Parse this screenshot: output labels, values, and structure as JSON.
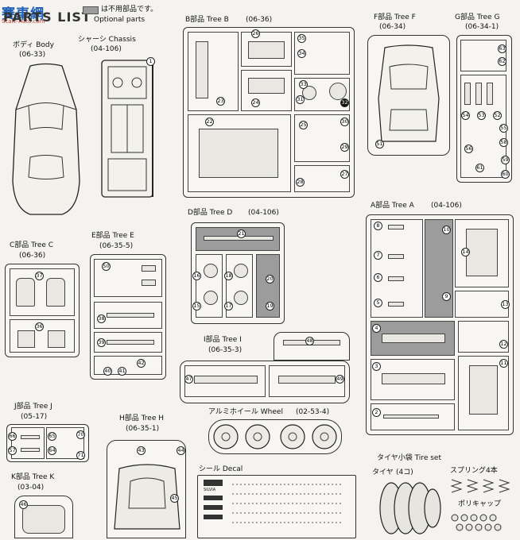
{
  "header": {
    "logo_main": "賽車網",
    "logo_sub": "Scale-Auto.com",
    "title": "PARTS LIST",
    "legend_jp": "は不用部品です。",
    "legend_en": "Optional parts"
  },
  "body": {
    "name": "ボディ Body",
    "code": "(06-33)"
  },
  "chassis": {
    "name": "シャーシ Chassis",
    "code": "(04-106)",
    "parts": [
      "1"
    ]
  },
  "tree_b": {
    "name": "B部品 Tree B",
    "code": "(06-36)",
    "parts": [
      "26",
      "35",
      "34",
      "23",
      "24",
      "33",
      "31",
      "32",
      "22",
      "25",
      "30",
      "29",
      "28",
      "27"
    ]
  },
  "tree_f": {
    "name": "F部品 Tree F",
    "code": "(06-34)",
    "parts": [
      "51"
    ]
  },
  "tree_g": {
    "name": "G部品 Tree G",
    "code": "(06-34-1)",
    "parts": [
      "63",
      "62",
      "54",
      "53",
      "52",
      "55",
      "58",
      "56",
      "61",
      "59",
      "60"
    ]
  },
  "tree_c": {
    "name": "C部品 Tree C",
    "code": "(06-36)",
    "parts": [
      "37",
      "36"
    ]
  },
  "tree_e": {
    "name": "E部品 Tree E",
    "code": "(06-35-5)",
    "parts": [
      "50",
      "38",
      "39",
      "40",
      "41",
      "42"
    ]
  },
  "tree_d": {
    "name": "D部品 Tree D",
    "code": "(04-106)",
    "parts": [
      "21",
      "16",
      "18",
      "20",
      "15",
      "17",
      "19"
    ]
  },
  "tree_a": {
    "name": "A部品 Tree A",
    "code": "(04-106)",
    "parts": [
      "8",
      "7",
      "6",
      "5",
      "10",
      "14",
      "9",
      "13",
      "4",
      "12",
      "3",
      "11",
      "2"
    ]
  },
  "tree_i": {
    "name": "I部品 Tree I",
    "code": "(06-35-3)",
    "parts": [
      "48",
      "47",
      "49"
    ]
  },
  "tree_j": {
    "name": "J部品 Tree J",
    "code": "(05-17)",
    "parts": [
      "66",
      "57",
      "65",
      "64",
      "70",
      "71"
    ]
  },
  "tree_h": {
    "name": "H部品 Tree H",
    "code": "(06-35-1)",
    "parts": [
      "43",
      "44",
      "45"
    ]
  },
  "tree_k": {
    "name": "K部品 Tree K",
    "code": "(03-04)",
    "parts": [
      "46"
    ]
  },
  "wheel": {
    "name": "アルミホイール Wheel",
    "code": "(02-53-4)"
  },
  "decal": {
    "name": "シール Decal",
    "text": "SILVIA"
  },
  "tire_set": {
    "name": "タイヤ小袋 Tire set",
    "tire_label": "タイヤ",
    "tire_count": "(4コ)",
    "spring_label": "スプリング4本",
    "cap_label": "ポリキャップ"
  }
}
